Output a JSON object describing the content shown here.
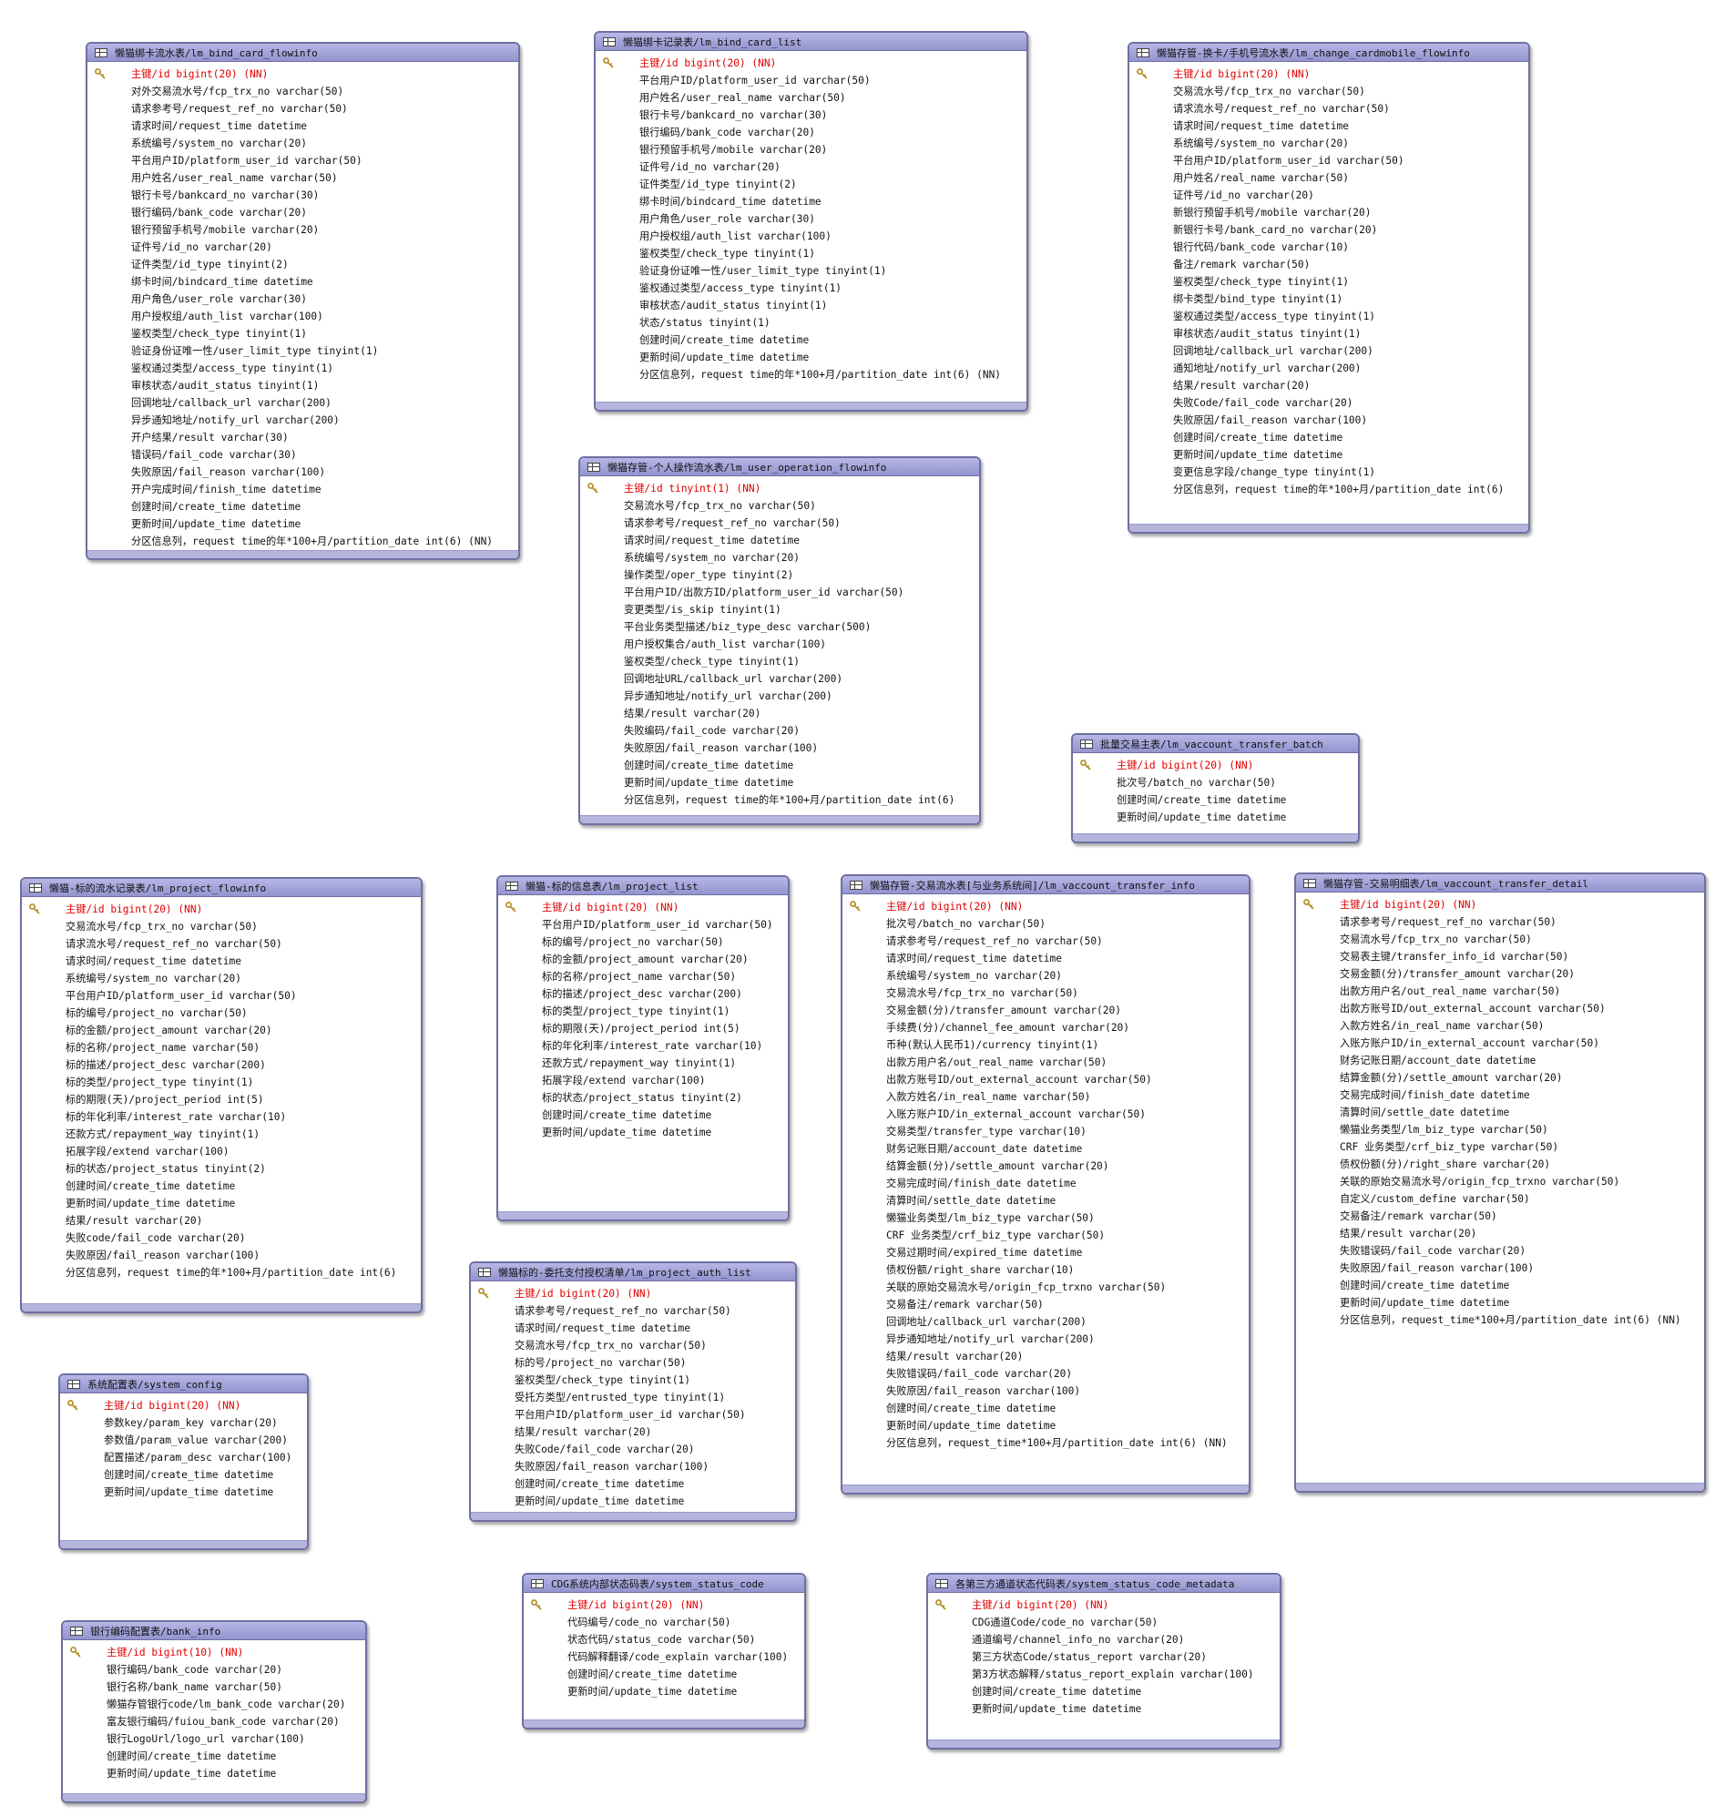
{
  "tables": [
    {
      "id": "t1",
      "title": "懒猫绑卡流水表/lm_bind_card_flowinfo",
      "columns": [
        "主键/id bigint(20) (NN)",
        "对外交易流水号/fcp_trx_no varchar(50)",
        "请求参考号/request_ref_no varchar(50)",
        "请求时间/request_time datetime",
        "系统编号/system_no varchar(20)",
        "平台用户ID/platform_user_id varchar(50)",
        "用户姓名/user_real_name varchar(50)",
        "银行卡号/bankcard_no varchar(30)",
        "银行编码/bank_code varchar(20)",
        "银行预留手机号/mobile varchar(20)",
        "证件号/id_no varchar(20)",
        "证件类型/id_type tinyint(2)",
        "绑卡时间/bindcard_time datetime",
        "用户角色/user_role varchar(30)",
        "用户授权组/auth_list varchar(100)",
        "鉴权类型/check_type tinyint(1)",
        "验证身份证唯一性/user_limit_type tinyint(1)",
        "鉴权通过类型/access_type tinyint(1)",
        "审核状态/audit_status tinyint(1)",
        "回调地址/callback_url varchar(200)",
        "异步通知地址/notify_url varchar(200)",
        "开户结果/result varchar(30)",
        "错误码/fail_code varchar(30)",
        "失败原因/fail_reason varchar(100)",
        "开户完成时间/finish_time datetime",
        "创建时间/create_time datetime",
        "更新时间/update_time datetime",
        "分区信息列，request time的年*100+月/partition_date int(6) (NN)"
      ]
    },
    {
      "id": "t2",
      "title": "懒猫绑卡记录表/lm_bind_card_list",
      "columns": [
        "主键/id bigint(20) (NN)",
        "平台用户ID/platform_user_id varchar(50)",
        "用户姓名/user_real_name varchar(50)",
        "银行卡号/bankcard_no varchar(30)",
        "银行编码/bank_code varchar(20)",
        "银行预留手机号/mobile varchar(20)",
        "证件号/id_no varchar(20)",
        "证件类型/id_type tinyint(2)",
        "绑卡时间/bindcard_time datetime",
        "用户角色/user_role varchar(30)",
        "用户授权组/auth_list varchar(100)",
        "鉴权类型/check_type tinyint(1)",
        "验证身份证唯一性/user_limit_type tinyint(1)",
        "鉴权通过类型/access_type tinyint(1)",
        "审核状态/audit_status tinyint(1)",
        "状态/status tinyint(1)",
        "创建时间/create_time datetime",
        "更新时间/update_time datetime",
        "分区信息列，request time的年*100+月/partition_date int(6) (NN)"
      ]
    },
    {
      "id": "t3",
      "title": "懒猫存管-换卡/手机号流水表/lm_change_cardmobile_flowinfo",
      "columns": [
        "主键/id bigint(20) (NN)",
        "交易流水号/fcp_trx_no varchar(50)",
        "请求流水号/request_ref_no varchar(50)",
        "请求时间/request_time datetime",
        "系统编号/system_no varchar(20)",
        "平台用户ID/platform_user_id varchar(50)",
        "用户姓名/real_name varchar(50)",
        "证件号/id_no varchar(20)",
        "新银行预留手机号/mobile varchar(20)",
        "新银行卡号/bank_card_no varchar(20)",
        "银行代码/bank_code varchar(10)",
        "备注/remark varchar(50)",
        "鉴权类型/check_type tinyint(1)",
        "绑卡类型/bind_type tinyint(1)",
        "鉴权通过类型/access_type tinyint(1)",
        "审核状态/audit_status tinyint(1)",
        "回调地址/callback_url varchar(200)",
        "通知地址/notify_url varchar(200)",
        "结果/result varchar(20)",
        "失败Code/fail_code varchar(20)",
        "失败原因/fail_reason varchar(100)",
        "创建时间/create_time datetime",
        "更新时间/update_time datetime",
        "变更信息字段/change_type tinyint(1)",
        "分区信息列，request time的年*100+月/partition_date int(6)"
      ]
    },
    {
      "id": "t4",
      "title": "懒猫存管-个人操作流水表/lm_user_operation_flowinfo",
      "columns": [
        "主键/id tinyint(1) (NN)",
        "交易流水号/fcp_trx_no varchar(50)",
        "请求参考号/request_ref_no varchar(50)",
        "请求时间/request_time datetime",
        "系统编号/system_no varchar(20)",
        "操作类型/oper_type tinyint(2)",
        "平台用户ID/出款方ID/platform_user_id varchar(50)",
        "变更类型/is_skip tinyint(1)",
        "平台业务类型描述/biz_type_desc varchar(500)",
        "用户授权集合/auth_list varchar(100)",
        "鉴权类型/check_type tinyint(1)",
        "回调地址URL/callback_url varchar(200)",
        "异步通知地址/notify_url varchar(200)",
        "结果/result varchar(20)",
        "失败编码/fail_code varchar(20)",
        "失败原因/fail_reason varchar(100)",
        "创建时间/create_time datetime",
        "更新时间/update_time datetime",
        "分区信息列，request time的年*100+月/partition_date int(6)"
      ]
    },
    {
      "id": "t5",
      "title": "批量交易主表/lm_vaccount_transfer_batch",
      "columns": [
        "主键/id bigint(20) (NN)",
        "批次号/batch_no varchar(50)",
        "创建时间/create_time datetime",
        "更新时间/update_time datetime"
      ]
    },
    {
      "id": "t6",
      "title": "懒猫-标的流水记录表/lm_project_flowinfo",
      "columns": [
        "主键/id bigint(20) (NN)",
        "交易流水号/fcp_trx_no varchar(50)",
        "请求流水号/request_ref_no varchar(50)",
        "请求时间/request_time datetime",
        "系统编号/system_no varchar(20)",
        "平台用户ID/platform_user_id varchar(50)",
        "标的编号/project_no varchar(50)",
        "标的金额/project_amount varchar(20)",
        "标的名称/project_name varchar(50)",
        "标的描述/project_desc varchar(200)",
        "标的类型/project_type tinyint(1)",
        "标的期限(天)/project_period int(5)",
        "标的年化利率/interest_rate varchar(10)",
        "还款方式/repayment_way tinyint(1)",
        "拓展字段/extend varchar(100)",
        "标的状态/project_status tinyint(2)",
        "创建时间/create_time datetime",
        "更新时间/update_time datetime",
        "结果/result varchar(20)",
        "失败code/fail_code varchar(20)",
        "失败原因/fail_reason varchar(100)",
        "分区信息列，request time的年*100+月/partition_date int(6)"
      ]
    },
    {
      "id": "t7",
      "title": "懒猫-标的信息表/lm_project_list",
      "columns": [
        "主键/id bigint(20) (NN)",
        "平台用户ID/platform_user_id varchar(50)",
        "标的编号/project_no varchar(50)",
        "标的金额/project_amount varchar(20)",
        "标的名称/project_name varchar(50)",
        "标的描述/project_desc varchar(200)",
        "标的类型/project_type tinyint(1)",
        "标的期限(天)/project_period int(5)",
        "标的年化利率/interest_rate varchar(10)",
        "还款方式/repayment_way tinyint(1)",
        "拓展字段/extend varchar(100)",
        "标的状态/project_status tinyint(2)",
        "创建时间/create_time datetime",
        "更新时间/update_time datetime"
      ]
    },
    {
      "id": "t8",
      "title": "懒猫存管-交易流水表[与业务系统间]/lm_vaccount_transfer_info",
      "columns": [
        "主键/id bigint(20) (NN)",
        "批次号/batch_no varchar(50)",
        "请求参考号/request_ref_no varchar(50)",
        "请求时间/request_time datetime",
        "系统编号/system_no varchar(20)",
        "交易流水号/fcp_trx_no varchar(50)",
        "交易金额(分)/transfer_amount varchar(20)",
        "手续费(分)/channel_fee_amount varchar(20)",
        "币种(默认人民币1)/currency tinyint(1)",
        "出款方用户名/out_real_name varchar(50)",
        "出款方账号ID/out_external_account varchar(50)",
        "入款方姓名/in_real_name varchar(50)",
        "入账方账户ID/in_external_account varchar(50)",
        "交易类型/transfer_type varchar(10)",
        "财务记账日期/account_date datetime",
        "结算金额(分)/settle_amount varchar(20)",
        "交易完成时间/finish_date datetime",
        "清算时间/settle_date datetime",
        "懒猫业务类型/lm_biz_type varchar(50)",
        "CRF 业务类型/crf_biz_type varchar(50)",
        "交易过期时间/expired_time datetime",
        "债权份额/right_share varchar(10)",
        "关联的原始交易流水号/origin_fcp_trxno varchar(50)",
        "交易备注/remark varchar(50)",
        "回调地址/callback_url varchar(200)",
        "异步通知地址/notify_url varchar(200)",
        "结果/result varchar(20)",
        "失败错误码/fail_code varchar(20)",
        "失败原因/fail_reason varchar(100)",
        "创建时间/create_time datetime",
        "更新时间/update_time datetime",
        "分区信息列，request_time*100+月/partition_date int(6) (NN)"
      ]
    },
    {
      "id": "t9",
      "title": "懒猫存管-交易明细表/lm_vaccount_transfer_detail",
      "columns": [
        "主键/id bigint(20) (NN)",
        "请求参考号/request_ref_no varchar(50)",
        "交易流水号/fcp_trx_no varchar(50)",
        "交易表主键/transfer_info_id varchar(50)",
        "交易金额(分)/transfer_amount varchar(20)",
        "出款方用户名/out_real_name varchar(50)",
        "出款方账号ID/out_external_account varchar(50)",
        "入款方姓名/in_real_name varchar(50)",
        "入账方账户ID/in_external_account varchar(50)",
        "财务记账日期/account_date datetime",
        "结算金额(分)/settle_amount varchar(20)",
        "交易完成时间/finish_date datetime",
        "清算时间/settle_date datetime",
        "懒猫业务类型/lm_biz_type varchar(50)",
        "CRF 业务类型/crf_biz_type varchar(50)",
        "债权份额(分)/right_share varchar(20)",
        "关联的原始交易流水号/origin_fcp_trxno varchar(50)",
        "自定义/custom_define varchar(50)",
        "交易备注/remark varchar(50)",
        "结果/result varchar(20)",
        "失败错误码/fail_code varchar(20)",
        "失败原因/fail_reason varchar(100)",
        "创建时间/create_time datetime",
        "更新时间/update_time datetime",
        "分区信息列，request_time*100+月/partition_date int(6) (NN)"
      ]
    },
    {
      "id": "t10",
      "title": "懒猫标的-委托支付授权清单/lm_project_auth_list",
      "columns": [
        "主键/id bigint(20) (NN)",
        "请求参考号/request_ref_no varchar(50)",
        "请求时间/request_time datetime",
        "交易流水号/fcp_trx_no varchar(50)",
        "标的号/project_no varchar(50)",
        "鉴权类型/check_type tinyint(1)",
        "受托方类型/entrusted_type tinyint(1)",
        "平台用户ID/platform_user_id varchar(50)",
        "结果/result varchar(20)",
        "失败Code/fail_code varchar(20)",
        "失败原因/fail_reason varchar(100)",
        "创建时间/create_time datetime",
        "更新时间/update_time datetime"
      ]
    },
    {
      "id": "t11",
      "title": "系统配置表/system_config",
      "columns": [
        "主键/id bigint(20) (NN)",
        "参数key/param_key varchar(20)",
        "参数值/param_value varchar(200)",
        "配置描述/param_desc varchar(100)",
        "创建时间/create_time datetime",
        "更新时间/update_time datetime"
      ]
    },
    {
      "id": "t12",
      "title": "CDG系统内部状态码表/system_status_code",
      "columns": [
        "主键/id bigint(20) (NN)",
        "代码编号/code_no varchar(50)",
        "状态代码/status_code varchar(50)",
        "代码解释翻译/code_explain varchar(100)",
        "创建时间/create_time datetime",
        "更新时间/update_time datetime"
      ]
    },
    {
      "id": "t13",
      "title": "各第三方通道状态代码表/system_status_code_metadata",
      "columns": [
        "主键/id bigint(20) (NN)",
        "CDG通道Code/code_no varchar(50)",
        "通道编号/channel_info_no varchar(20)",
        "第三方状态Code/status_report varchar(20)",
        "第3方状态解释/status_report_explain varchar(100)",
        "创建时间/create_time datetime",
        "更新时间/update_time datetime"
      ]
    },
    {
      "id": "t14",
      "title": "银行编码配置表/bank_info",
      "columns": [
        "主键/id bigint(10) (NN)",
        "银行编码/bank_code varchar(20)",
        "银行名称/bank_name varchar(50)",
        "懒猫存管银行code/lm_bank_code varchar(20)",
        "富友银行编码/fuiou_bank_code varchar(20)",
        "银行LogoUrl/logo_url varchar(100)",
        "创建时间/create_time datetime",
        "更新时间/update_time datetime"
      ]
    }
  ]
}
